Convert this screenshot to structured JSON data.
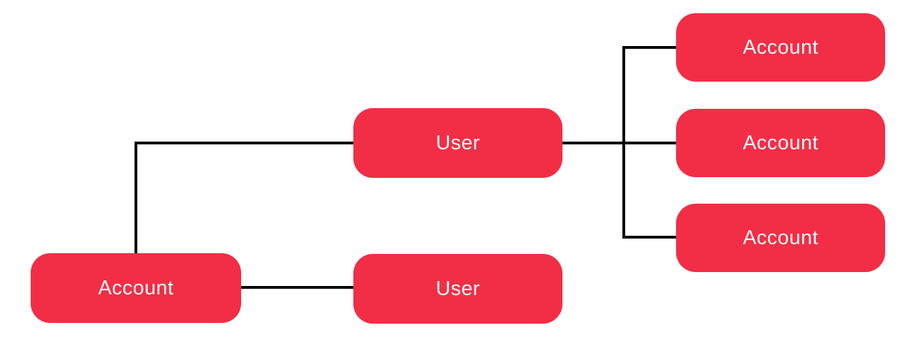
{
  "diagram": {
    "colors": {
      "node_fill": "#f22e46",
      "node_text": "#ffffff",
      "connector": "#000000",
      "background": "#ffffff"
    },
    "nodes": [
      {
        "id": "account-top-right",
        "label": "Account"
      },
      {
        "id": "account-middle-right",
        "label": "Account"
      },
      {
        "id": "account-bottom-right",
        "label": "Account"
      },
      {
        "id": "user-center",
        "label": "User"
      },
      {
        "id": "user-bottom",
        "label": "User"
      },
      {
        "id": "account-bottom-left",
        "label": "Account"
      }
    ],
    "edges": [
      {
        "id": "user-center-to-account-bottom-left"
      },
      {
        "id": "account-bottom-left-to-user-bottom"
      },
      {
        "id": "user-center-to-account-middle-right"
      },
      {
        "id": "trunk-to-account-top-right"
      },
      {
        "id": "trunk-to-account-bottom-right"
      }
    ]
  }
}
